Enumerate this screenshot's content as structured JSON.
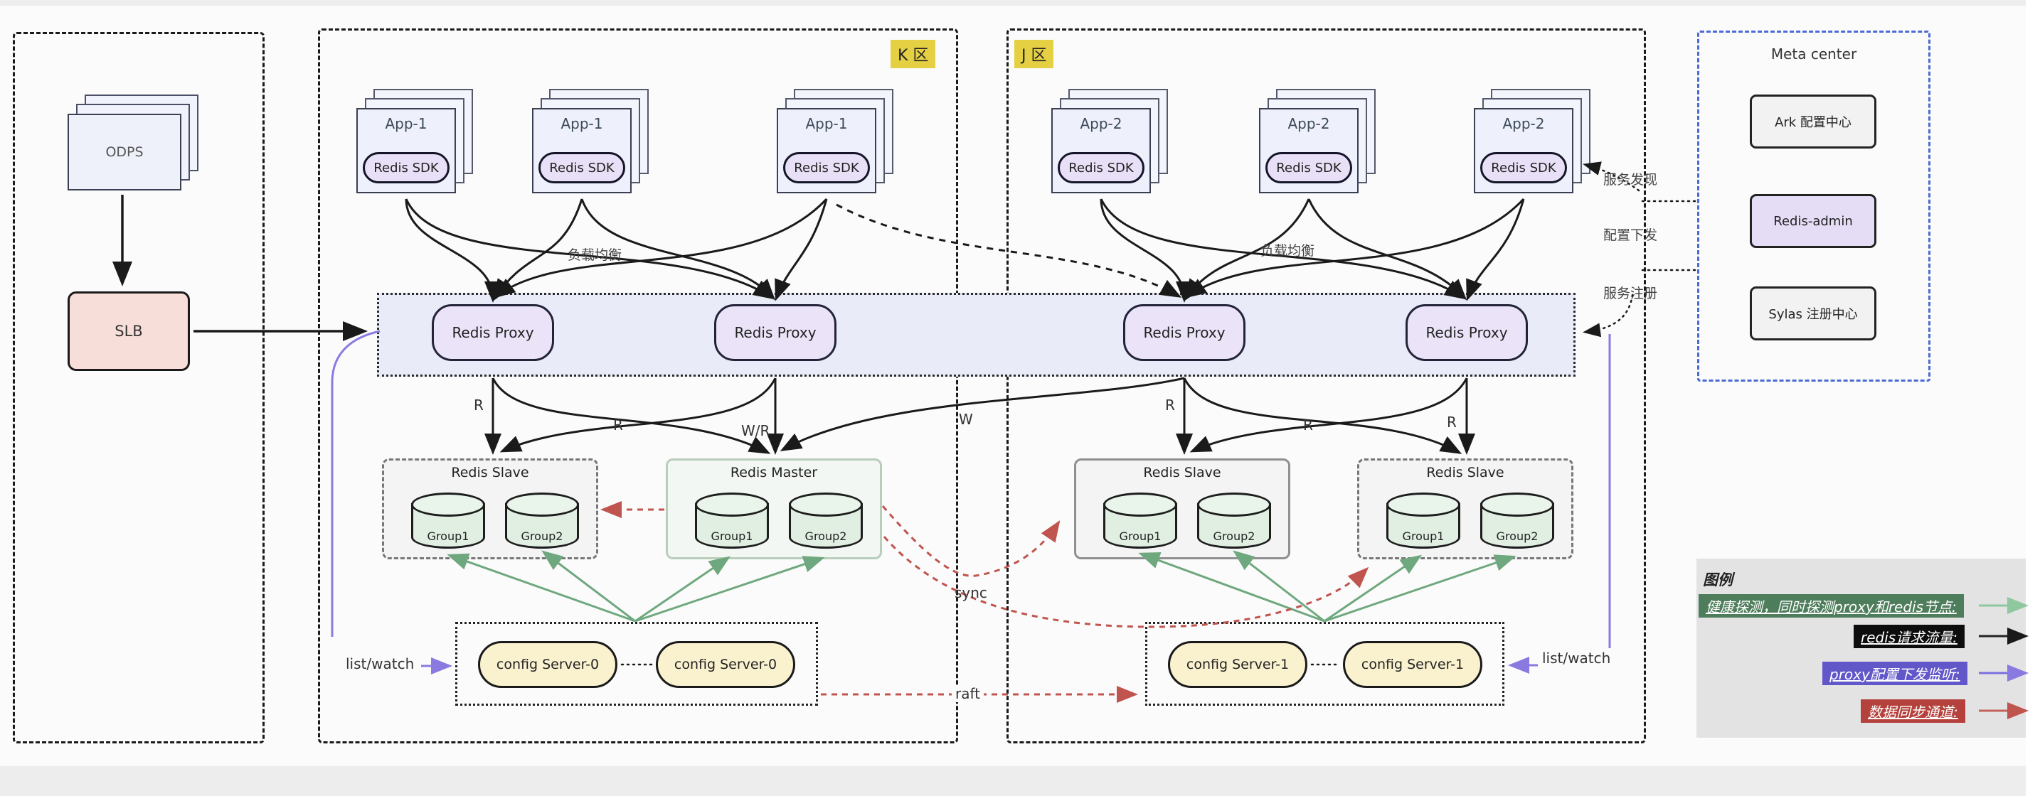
{
  "left_panel": {
    "odps": "ODPS",
    "slb": "SLB"
  },
  "zones": {
    "k": {
      "tag": "K 区",
      "apps": [
        {
          "title": "App-1",
          "sdk": "Redis SDK"
        },
        {
          "title": "App-1",
          "sdk": "Redis SDK"
        },
        {
          "title": "App-1",
          "sdk": "Redis SDK"
        }
      ]
    },
    "j": {
      "tag": "J 区",
      "apps": [
        {
          "title": "App-2",
          "sdk": "Redis SDK"
        },
        {
          "title": "App-2",
          "sdk": "Redis SDK"
        },
        {
          "title": "App-2",
          "sdk": "Redis SDK"
        }
      ]
    }
  },
  "proxies": [
    {
      "label": "Redis Proxy"
    },
    {
      "label": "Redis Proxy"
    },
    {
      "label": "Redis Proxy"
    },
    {
      "label": "Redis Proxy"
    }
  ],
  "storage": [
    {
      "title": "Redis Slave",
      "groups": [
        "Group1",
        "Group2"
      ]
    },
    {
      "title": "Redis Master",
      "groups": [
        "Group1",
        "Group2"
      ]
    },
    {
      "title": "Redis Slave",
      "groups": [
        "Group1",
        "Group2"
      ]
    },
    {
      "title": "Redis Slave",
      "groups": [
        "Group1",
        "Group2"
      ]
    }
  ],
  "config": [
    {
      "a": "config Server-0",
      "b": "config Server-0"
    },
    {
      "a": "config Server-1",
      "b": "config Server-1"
    }
  ],
  "labels": {
    "lb_k": "负载均衡",
    "lb_j": "负载均衡",
    "r_p1": "R",
    "r_cross_k": "R",
    "wr": "W/R",
    "w": "W",
    "r_p3": "R",
    "r_cross_j": "R",
    "r_p4": "R",
    "sync": "sync",
    "raft": "raft",
    "list_watch_k": "list/watch",
    "list_watch_j": "list/watch",
    "discovery": "服务发现",
    "config_push": "配置下发",
    "registration": "服务注册"
  },
  "meta_center": {
    "title": "Meta center",
    "items": [
      {
        "label": "Ark 配置中心"
      },
      {
        "label": "Redis-admin"
      },
      {
        "label": "Sylas 注册中心"
      }
    ]
  },
  "legend": {
    "title": "图例",
    "items": [
      {
        "label": "健康探测，同时探测proxy和redis节点:",
        "bg": "#4e7d5b",
        "arrow": "#8fc79e"
      },
      {
        "label": "redis请求流量:",
        "bg": "#0d0d0d",
        "arrow": "#222222"
      },
      {
        "label": "proxy配置下发监听:",
        "bg": "#6257c9",
        "arrow": "#7a6fe0"
      },
      {
        "label": "数据同步通道:",
        "bg": "#b5413c",
        "arrow": "#c4625c"
      }
    ]
  }
}
